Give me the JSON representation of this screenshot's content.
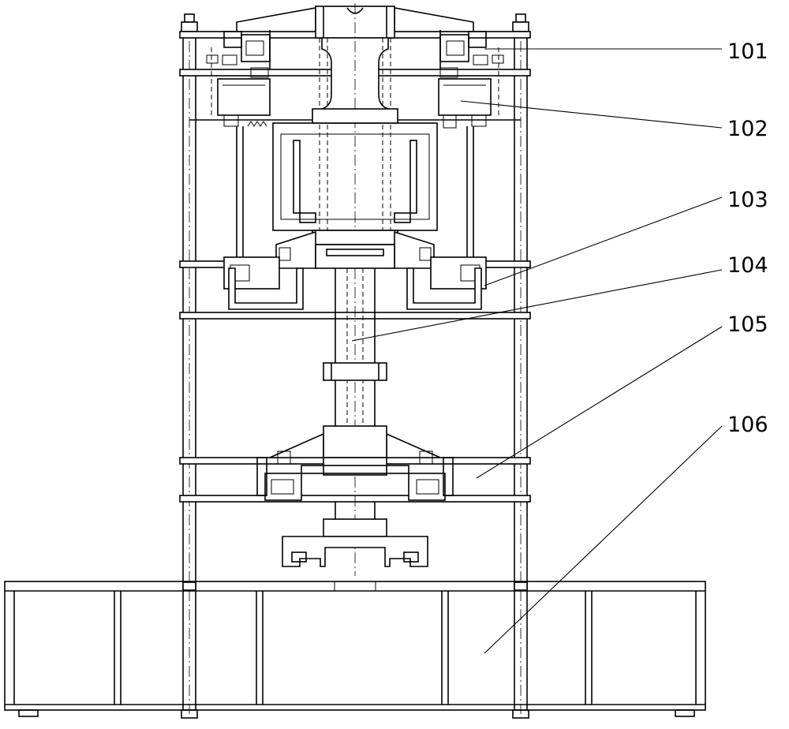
{
  "labels": [
    {
      "id": "101",
      "text": "101"
    },
    {
      "id": "102",
      "text": "102"
    },
    {
      "id": "103",
      "text": "103"
    },
    {
      "id": "104",
      "text": "104"
    },
    {
      "id": "105",
      "text": "105"
    },
    {
      "id": "106",
      "text": "106"
    }
  ]
}
